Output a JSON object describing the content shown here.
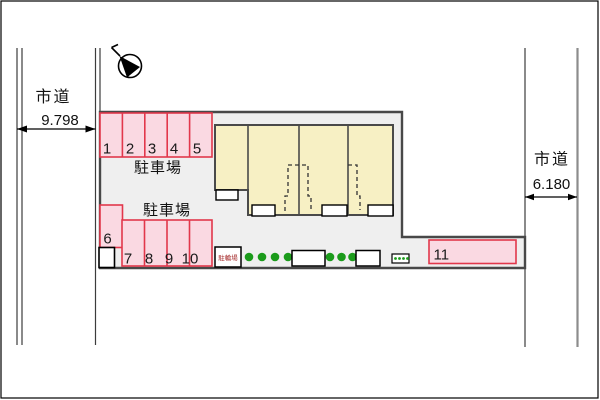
{
  "compass": {
    "icon": "north-arrow"
  },
  "roads": {
    "left": {
      "name_label": "市道",
      "width_label": "9.798"
    },
    "right": {
      "name_label": "市道",
      "width_label": "6.180"
    }
  },
  "site": {
    "parking_label_top": "駐車場",
    "parking_label_left": "駐車場",
    "bicycle_parking_label": "駐輪場",
    "stalls": [
      "1",
      "2",
      "3",
      "4",
      "5",
      "6",
      "7",
      "8",
      "9",
      "10",
      "11"
    ]
  },
  "colors": {
    "stall_fill": "#fad9e2",
    "stall_border": "#e2374b",
    "building_fill": "#f7f0c4",
    "site_fill": "#efefef",
    "boundary": "#484848",
    "tree_green": "#1b9b1b"
  }
}
